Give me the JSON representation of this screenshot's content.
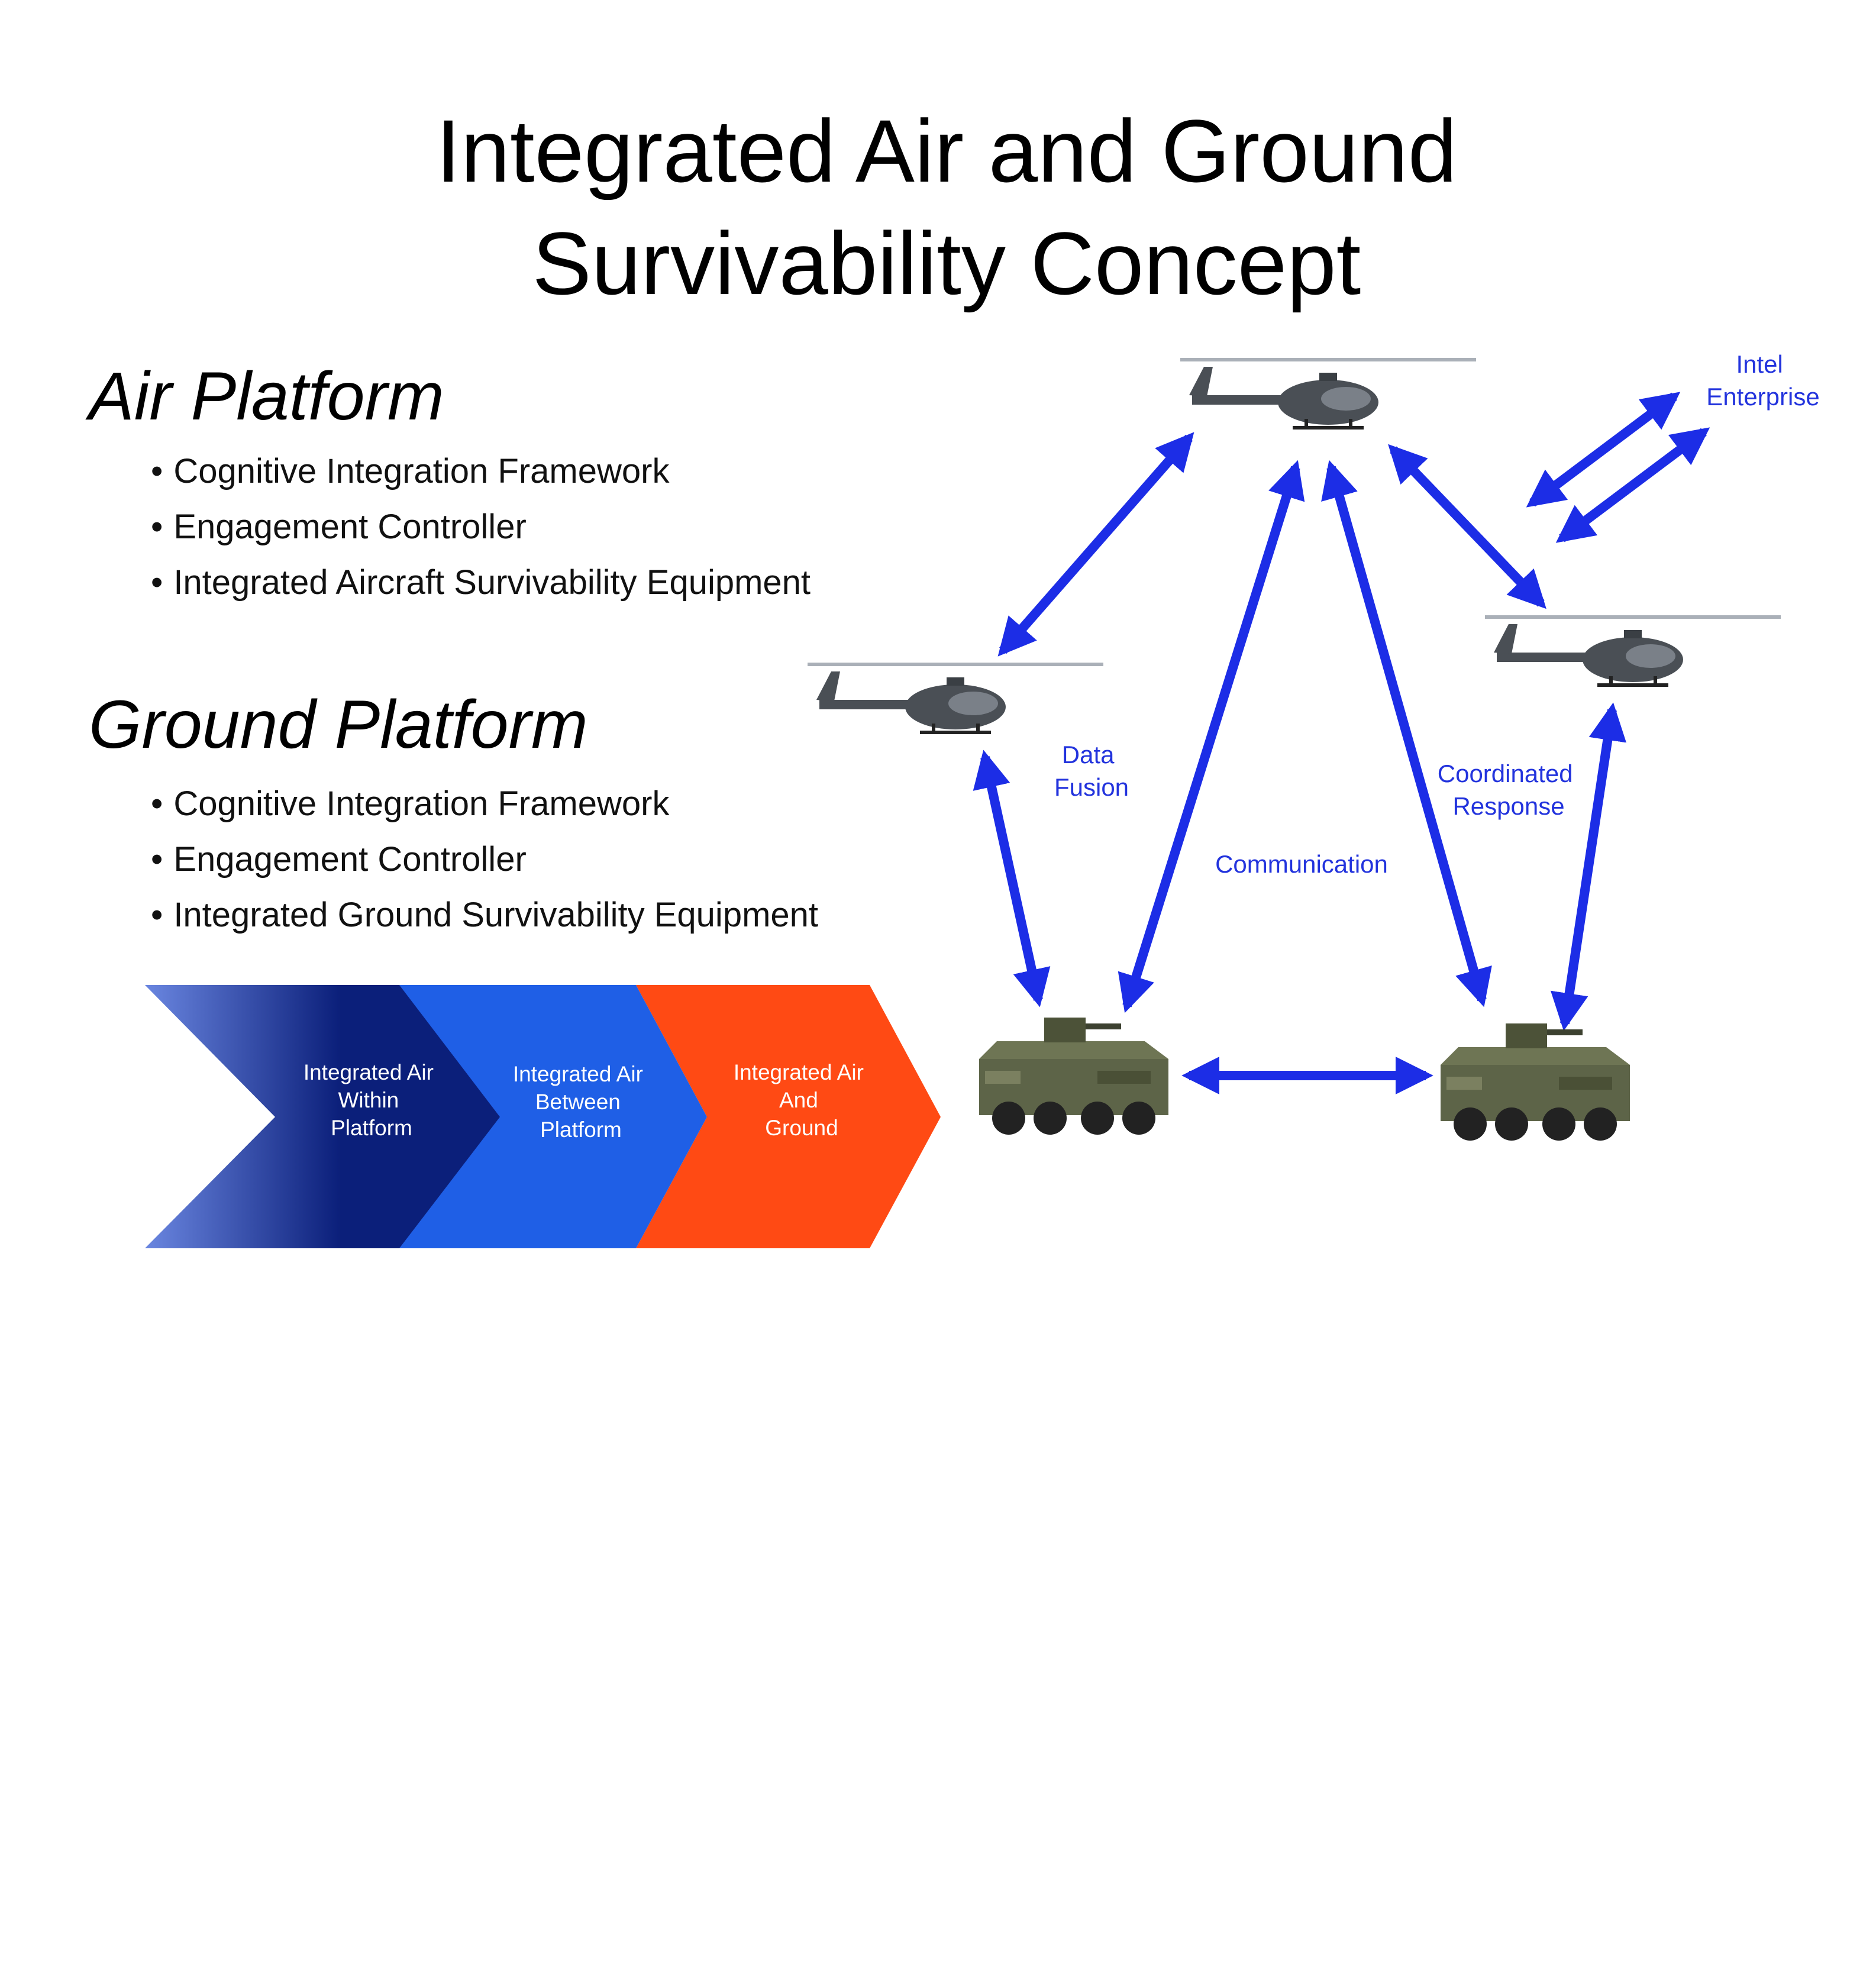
{
  "title_lines": [
    "Integrated Air and Ground",
    "Survivability Concept"
  ],
  "air_platform": {
    "heading": "Air Platform",
    "items": [
      "Cognitive Integration Framework",
      "Engagement Controller",
      "Integrated Aircraft Survivability Equipment"
    ]
  },
  "ground_platform": {
    "heading": "Ground Platform",
    "items": [
      "Cognitive Integration Framework",
      "Engagement Controller",
      "Integrated Ground Survivability Equipment"
    ]
  },
  "chevrons": [
    {
      "lines": [
        "Integrated Air",
        "Within",
        "Platform"
      ],
      "color": "#0b1f7a"
    },
    {
      "lines": [
        "Integrated Air",
        "Between",
        "Platform"
      ],
      "color": "#1f5fe6"
    },
    {
      "lines": [
        "Integrated Air",
        "And",
        "Ground"
      ],
      "color": "#ff4a14"
    }
  ],
  "diagram_labels": {
    "intel": [
      "Intel",
      "Enterprise"
    ],
    "data_fusion": [
      "Data",
      "Fusion"
    ],
    "communication": "Communication",
    "coordinated_response": [
      "Coordinated",
      "Response"
    ]
  },
  "icons": {
    "helicopter": "helicopter-icon",
    "vehicle": "armored-vehicle-icon",
    "arrow": "double-arrow-icon"
  },
  "colors": {
    "arrow": "#1c2de6",
    "label": "#2233dd",
    "chevron_dark": "#0b1f7a",
    "chevron_mid": "#1f5fe6",
    "chevron_orange": "#ff4a14"
  }
}
